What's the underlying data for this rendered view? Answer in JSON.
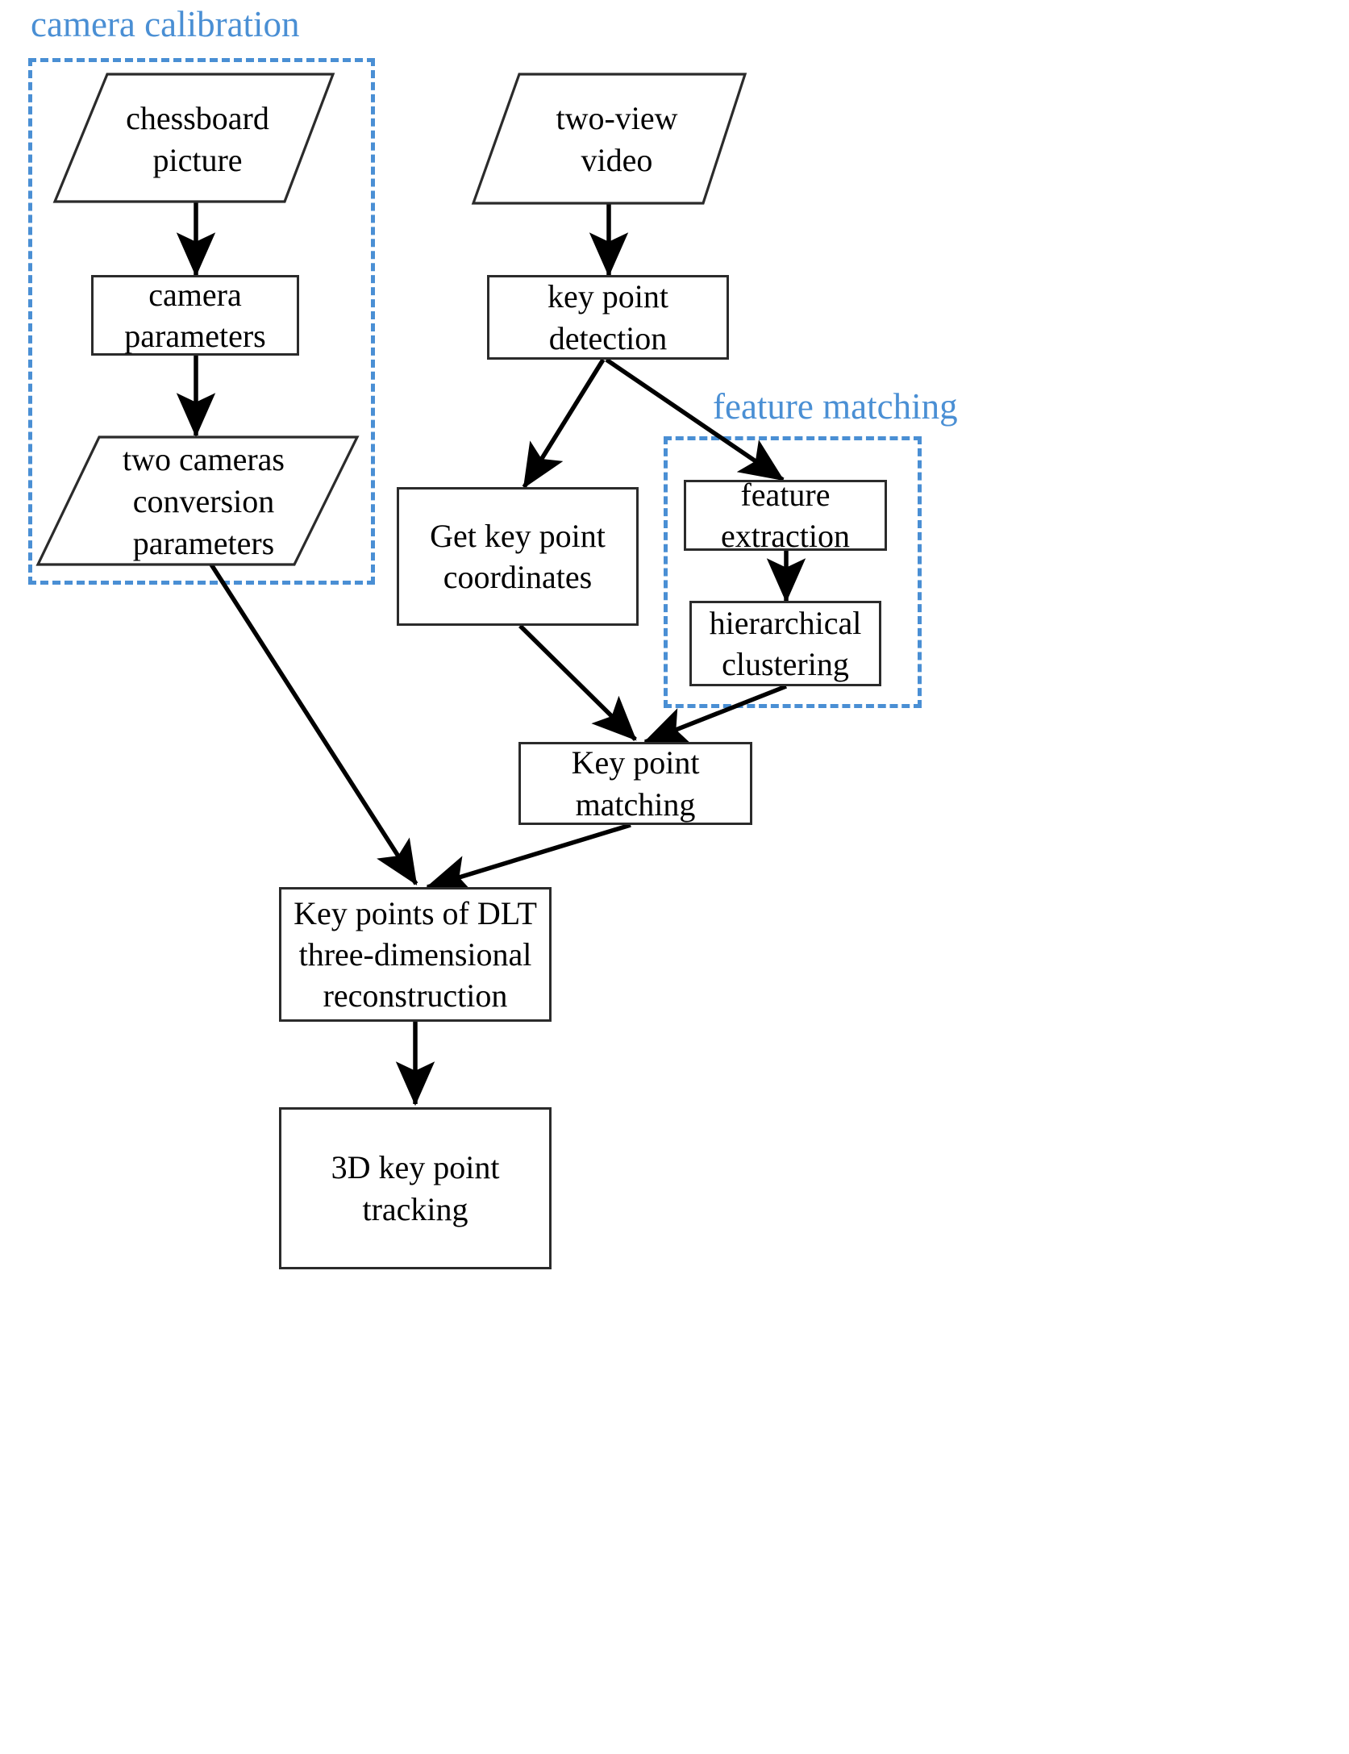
{
  "diagram": {
    "title": "Two-view 3D key point reconstruction pipeline",
    "accent_color": "#4a8fd4",
    "line_color": "#2b2b2b",
    "groups": [
      {
        "id": "camera-calibration",
        "label": "camera calibration",
        "label_color": "#4a8fd4"
      },
      {
        "id": "feature-matching",
        "label": "feature matching",
        "label_color": "#4a8fd4"
      }
    ],
    "nodes": [
      {
        "id": "chessboard-picture",
        "label": "chessboard\npicture",
        "shape": "parallelogram",
        "group": "camera-calibration"
      },
      {
        "id": "camera-parameters",
        "label": "camera\nparameters",
        "shape": "rectangle",
        "group": "camera-calibration"
      },
      {
        "id": "two-cameras-conversion-parameters",
        "label": "two cameras\nconversion\nparameters",
        "shape": "parallelogram",
        "group": "camera-calibration"
      },
      {
        "id": "two-view-video",
        "label": "two-view\nvideo",
        "shape": "parallelogram",
        "group": null
      },
      {
        "id": "key-point-detection",
        "label": "key point\ndetection",
        "shape": "rectangle",
        "group": null
      },
      {
        "id": "get-key-point-coordinates",
        "label": "Get key point\ncoordinates",
        "shape": "rectangle",
        "group": null
      },
      {
        "id": "feature-extraction",
        "label": "feature\nextraction",
        "shape": "rectangle",
        "group": "feature-matching"
      },
      {
        "id": "hierarchical-clustering",
        "label": "hierarchical\nclustering",
        "shape": "rectangle",
        "group": "feature-matching"
      },
      {
        "id": "key-point-matching",
        "label": "Key point\nmatching",
        "shape": "rectangle",
        "group": null
      },
      {
        "id": "dlt-reconstruction",
        "label": "Key points of DLT\nthree-dimensional\nreconstruction",
        "shape": "rectangle",
        "group": null
      },
      {
        "id": "3d-key-point-tracking",
        "label": "3D key point\ntracking",
        "shape": "rectangle",
        "group": null
      }
    ],
    "edges": [
      {
        "from": "chessboard-picture",
        "to": "camera-parameters"
      },
      {
        "from": "camera-parameters",
        "to": "two-cameras-conversion-parameters"
      },
      {
        "from": "two-cameras-conversion-parameters",
        "to": "dlt-reconstruction"
      },
      {
        "from": "two-view-video",
        "to": "key-point-detection"
      },
      {
        "from": "key-point-detection",
        "to": "get-key-point-coordinates"
      },
      {
        "from": "key-point-detection",
        "to": "feature-extraction"
      },
      {
        "from": "feature-extraction",
        "to": "hierarchical-clustering"
      },
      {
        "from": "get-key-point-coordinates",
        "to": "key-point-matching"
      },
      {
        "from": "hierarchical-clustering",
        "to": "key-point-matching"
      },
      {
        "from": "key-point-matching",
        "to": "dlt-reconstruction"
      },
      {
        "from": "dlt-reconstruction",
        "to": "3d-key-point-tracking"
      }
    ]
  }
}
